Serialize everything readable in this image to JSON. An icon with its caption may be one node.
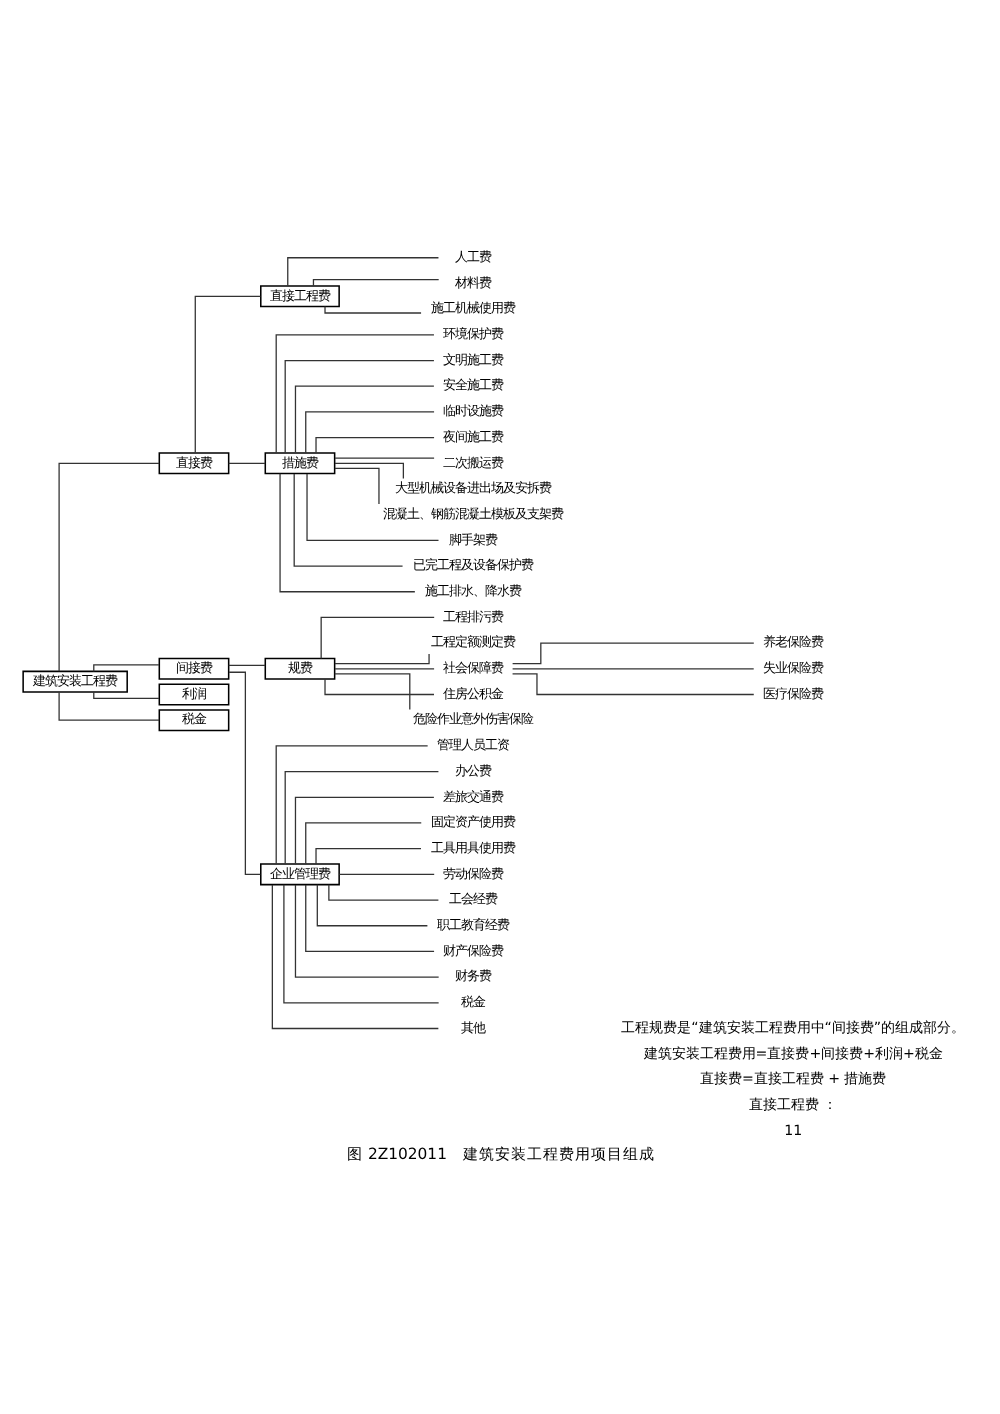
{
  "diagram": {
    "caption": "图 2Z102011　建筑安装工程费用项目组成",
    "nodes": [
      {
        "text": [
          "建筑安装工程费"
        ]
      },
      {
        "text": [
          "直接费"
        ]
      },
      {
        "text": [
          "间接费"
        ]
      },
      {
        "text": [
          "利润"
        ]
      },
      {
        "text": [
          "税金"
        ]
      },
      {
        "text": [
          "直接工程费"
        ]
      },
      {
        "text": [
          "措施费"
        ]
      },
      {
        "text": [
          "规费"
        ]
      },
      {
        "text": [
          "企业管理费"
        ]
      },
      {
        "text": [
          "人工费"
        ]
      },
      {
        "text": [
          "材料费"
        ]
      },
      {
        "text": [
          "施工机械使用费"
        ]
      },
      {
        "text": [
          "环境保护费"
        ]
      },
      {
        "text": [
          "文明施工费"
        ]
      },
      {
        "text": [
          "安全施工费"
        ]
      },
      {
        "text": [
          "临时设施费"
        ]
      },
      {
        "text": [
          "夜间施工费"
        ]
      },
      {
        "text": [
          "二次搬运费"
        ]
      },
      {
        "text": [
          "大型机械设备进出场及安拆费"
        ]
      },
      {
        "text": [
          "混凝土、钢筋混凝土模板及支架费"
        ]
      },
      {
        "text": [
          "脚手架费"
        ]
      },
      {
        "text": [
          "已完工程及设备保护费"
        ]
      },
      {
        "text": [
          "施工排水、降水费"
        ]
      },
      {
        "text": [
          "工程排污费"
        ]
      },
      {
        "text": [
          "工程定额测定费"
        ]
      },
      {
        "text": [
          "社会保障费"
        ]
      },
      {
        "text": [
          "住房公积金"
        ]
      },
      {
        "text": [
          "危险作业意外伤害保险"
        ]
      },
      {
        "text": [
          "养老保险费"
        ]
      },
      {
        "text": [
          "失业保险费"
        ]
      },
      {
        "text": [
          "医疗保险费"
        ]
      },
      {
        "text": [
          "管理人员工资"
        ]
      },
      {
        "text": [
          "办公费"
        ]
      },
      {
        "text": [
          "差旅交通费"
        ]
      },
      {
        "text": [
          "固定资产使用费"
        ]
      },
      {
        "text": [
          "工具用具使用费"
        ]
      },
      {
        "text": [
          "劳动保险费"
        ]
      },
      {
        "text": [
          "工会经费"
        ]
      },
      {
        "text": [
          "职工教育经费"
        ]
      },
      {
        "text": [
          "财产保险费"
        ]
      },
      {
        "text": [
          "财务费"
        ]
      },
      {
        "text": [
          "税金"
        ]
      },
      {
        "text": [
          "其他"
        ]
      }
    ],
    "edges": [
      {
        "from": 0,
        "to": 1,
        "arrow": "none"
      },
      {
        "from": 0,
        "to": 2,
        "arrow": "none"
      },
      {
        "from": 0,
        "to": 3,
        "arrow": "none"
      },
      {
        "from": 0,
        "to": 4,
        "arrow": "none"
      },
      {
        "from": 1,
        "to": 5,
        "arrow": "none"
      },
      {
        "from": 1,
        "to": 6,
        "arrow": "none"
      },
      {
        "from": 2,
        "to": 7,
        "arrow": "none"
      },
      {
        "from": 2,
        "to": 8,
        "arrow": "none"
      },
      {
        "from": 5,
        "to": 9,
        "arrow": "none"
      },
      {
        "from": 5,
        "to": 10,
        "arrow": "none"
      },
      {
        "from": 5,
        "to": 11,
        "arrow": "none"
      },
      {
        "from": 6,
        "to": 12,
        "arrow": "none"
      },
      {
        "from": 6,
        "to": 13,
        "arrow": "none"
      },
      {
        "from": 6,
        "to": 14,
        "arrow": "none"
      },
      {
        "from": 6,
        "to": 15,
        "arrow": "none"
      },
      {
        "from": 6,
        "to": 16,
        "arrow": "none"
      },
      {
        "from": 6,
        "to": 17,
        "arrow": "none"
      },
      {
        "from": 6,
        "to": 18,
        "arrow": "none"
      },
      {
        "from": 6,
        "to": 19,
        "arrow": "none"
      },
      {
        "from": 6,
        "to": 20,
        "arrow": "none"
      },
      {
        "from": 6,
        "to": 21,
        "arrow": "none"
      },
      {
        "from": 6,
        "to": 22,
        "arrow": "none"
      },
      {
        "from": 7,
        "to": 23,
        "arrow": "none"
      },
      {
        "from": 7,
        "to": 24,
        "arrow": "none"
      },
      {
        "from": 7,
        "to": 25,
        "arrow": "none"
      },
      {
        "from": 7,
        "to": 26,
        "arrow": "none"
      },
      {
        "from": 7,
        "to": 27,
        "arrow": "none"
      },
      {
        "from": 25,
        "to": 28,
        "arrow": "none"
      },
      {
        "from": 25,
        "to": 29,
        "arrow": "none"
      },
      {
        "from": 25,
        "to": 30,
        "arrow": "none"
      },
      {
        "from": 8,
        "to": 31,
        "arrow": "none"
      },
      {
        "from": 8,
        "to": 32,
        "arrow": "none"
      },
      {
        "from": 8,
        "to": 33,
        "arrow": "none"
      },
      {
        "from": 8,
        "to": 34,
        "arrow": "none"
      },
      {
        "from": 8,
        "to": 35,
        "arrow": "none"
      },
      {
        "from": 8,
        "to": 36,
        "arrow": "none"
      },
      {
        "from": 8,
        "to": 37,
        "arrow": "none"
      },
      {
        "from": 8,
        "to": 38,
        "arrow": "none"
      },
      {
        "from": 8,
        "to": 39,
        "arrow": "none"
      },
      {
        "from": 8,
        "to": 40,
        "arrow": "none"
      },
      {
        "from": 8,
        "to": 41,
        "arrow": "none"
      },
      {
        "from": 8,
        "to": 42,
        "arrow": "none"
      }
    ],
    "labels": [
      "工程规费是“建筑安装工程费用中“间接费”的组成部分。",
      "建筑安装工程费用=直接费+间接费+利润+税金",
      "直接费=直接工程费 + 措施费",
      "直接工程费 ：",
      "11"
    ]
  }
}
